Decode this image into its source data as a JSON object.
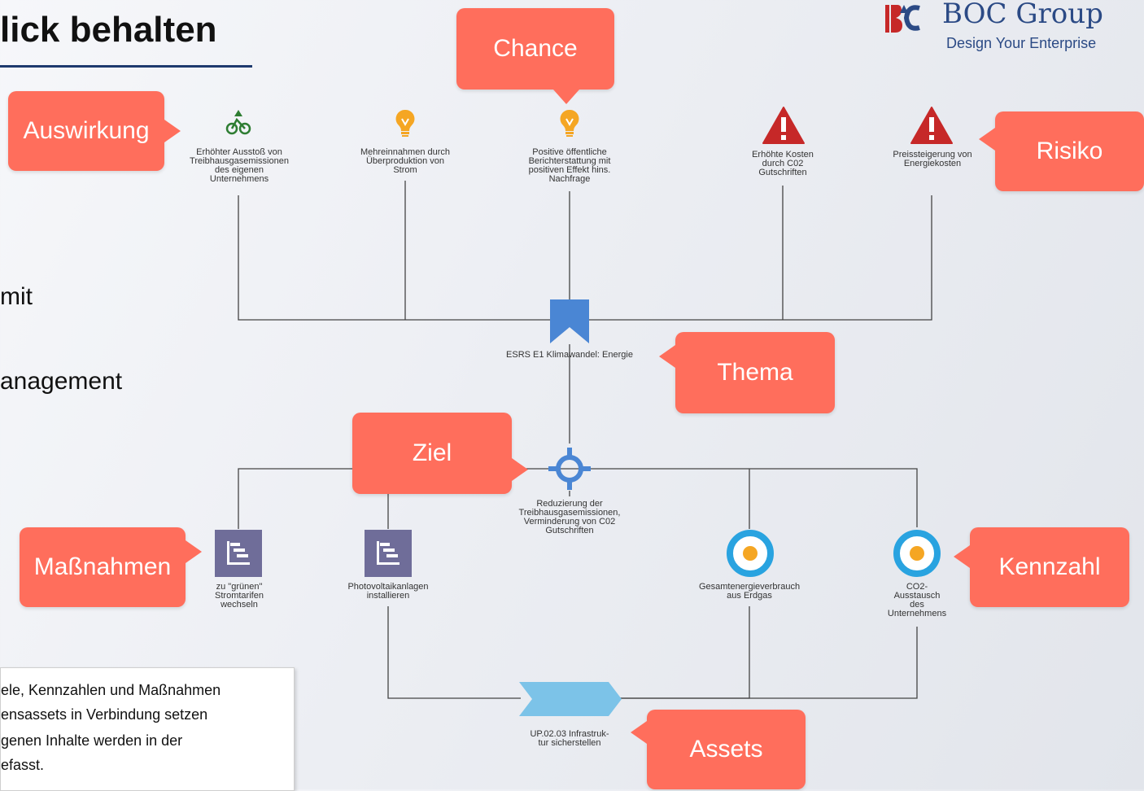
{
  "slide": {
    "title": "lick behalten",
    "bullets": [
      "mit",
      "anagement"
    ],
    "note_lines": [
      "ele, Kennzahlen und Maßnahmen",
      "ensassets in Verbindung setzen",
      "genen Inhalte werden in der",
      "efasst."
    ]
  },
  "logo": {
    "name": "BOC Group",
    "tagline": "Design Your Enterprise",
    "color": "#2b4a85"
  },
  "callouts": {
    "chance": "Chance",
    "auswirkung": "Auswirkung",
    "risiko": "Risiko",
    "thema": "Thema",
    "ziel": "Ziel",
    "massnahmen": "Maßnahmen",
    "kennzahl": "Kennzahl",
    "assets": "Assets"
  },
  "nodes": {
    "impact": "Erhöhter Ausstoß von\nTreibhausgasemissionen\ndes eigenen\nUnternehmens",
    "opportunity1": "Mehreinnahmen durch\nÜberproduktion von\nStrom",
    "opportunity2": "Positive öffentliche\nBerichterstattung mit\npositiven Effekt hins.\nNachfrage",
    "risk1": "Erhöhte Kosten\ndurch C02\nGutschriften",
    "risk2": "Preissteigerung von\nEnergiekosten",
    "topic": "ESRS E1 Klimawandel: Energie",
    "goal": "Reduzierung der\nTreibhausgasemissionen,\nVerminderung von C02\nGutschriften",
    "measure1": "zu \"grünen\"\nStromtarifen\nwechseln",
    "measure2": "Photovoltaikanlagen\ninstallieren",
    "kpi1": "Gesamtenergieverbrauch\naus Erdgas",
    "kpi2": "CO2-\nAusstausch\ndes\nUnternehmens",
    "asset": "UP.02.03 Infrastruk-\ntur sicherstellen"
  },
  "colors": {
    "callout": "#ff6e5c",
    "topic_icon": "#4a86d4",
    "measure_icon": "#6f6d99",
    "asset_icon": "#7cc3e8",
    "risk_icon": "#c62828",
    "opportunity_icon": "#f5a623",
    "impact_icon": "#2e7d32",
    "kpi_ring": "#29a3e0",
    "kpi_dot": "#f5a623"
  },
  "icons": {
    "impact": "bicycle-icon",
    "opportunity": "lightbulb-icon",
    "risk": "warning-icon",
    "topic": "bookmark-icon",
    "goal": "crosshair-target-icon",
    "measure": "gantt-chart-icon",
    "kpi": "gauge-icon",
    "asset": "chevron-arrow-icon"
  }
}
